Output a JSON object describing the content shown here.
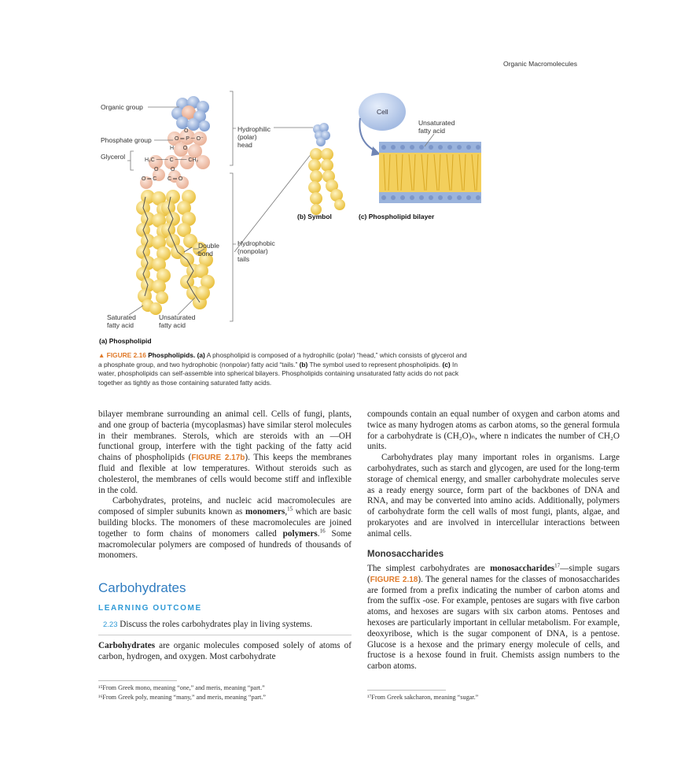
{
  "running_head": "Organic Macromolecules",
  "figure": {
    "labels": {
      "organic_group": "Organic group",
      "phosphate_group": "Phosphate group",
      "glycerol": "Glycerol",
      "hydrophilic_head": [
        "Hydrophilic",
        "(polar)",
        "head"
      ],
      "hydrophobic_tails": [
        "Hydrophobic",
        "(nonpolar)",
        "tails"
      ],
      "double_bond": [
        "Double",
        "bond"
      ],
      "saturated": [
        "Saturated",
        "fatty acid"
      ],
      "unsaturated": [
        "Unsaturated",
        "fatty acid"
      ],
      "cell": "Cell",
      "unsaturated_bilayer": [
        "Unsaturated",
        "fatty acid"
      ],
      "panel_a": "(a) Phospholipid",
      "panel_b": "(b) Symbol",
      "panel_c": "(c) Phospholipid bilayer"
    },
    "chem": {
      "o_top": "O",
      "p_row": "O ═ P ─ O⁻",
      "h_o": "H      O",
      "glycerol_row": "H₂C ─── C ─── CH₂",
      "o_row": "O        O",
      "co_row": "O ═ C       C ═ O"
    },
    "caption": {
      "fignum": "▲ FIGURE 2.16",
      "title": "Phospholipids.",
      "a_tag": "(a)",
      "a_text": " A phospholipid is composed of a hydrophilic (polar) “head,” which consists of glycerol and a phosphate group, and two hydrophobic (nonpolar) fatty acid “tails.” ",
      "b_tag": "(b)",
      "b_text": " The symbol used to represent phospholipids. ",
      "c_tag": "(c)",
      "c_text": " In water, phospholipids can self-assemble into spherical bilayers. Phospholipids containing unsaturated fatty acids do not pack together as tightly as those containing saturated fatty acids."
    }
  },
  "left_col": {
    "p1_a": "bilayer membrane surrounding an animal cell. Cells of fungi, plants, and one group of bacteria (mycoplasmas) have similar sterol molecules in their membranes. Sterols, which are steroids with an —OH functional group, interfere with the tight packing of the fatty acid chains of phospholipids (",
    "p1_ref": "FIGURE 2.17b",
    "p1_b": "). This keeps the membranes fluid and flexible at low temperatures. Without steroids such as cholesterol, the membranes of cells would become stiff and inflexible in the cold.",
    "p2_a": "Carbohydrates, proteins, and nucleic acid macromolecules are composed of simpler subunits known as ",
    "p2_term": "monomers",
    "p2_sup": "15",
    "p2_b": " which are basic building blocks. The monomers of these macromolecules are joined together to form chains of monomers called ",
    "p2_term2": "polymers",
    "p2_sup2": "16",
    "p2_c": " Some macromolecular polymers are composed of hundreds of thousands of monomers.",
    "section_title": "Carbohydrates",
    "lo_head": "LEARNING OUTCOME",
    "lo_num": "2.23",
    "lo_text": " Discuss the roles carbohydrates play in living systems.",
    "p3_term": "Carbohydrates",
    "p3_text": " are organic molecules composed solely of atoms of carbon, hydrogen, and oxygen. Most carbohydrate"
  },
  "right_col": {
    "p1": "compounds contain an equal number of oxygen and carbon atoms and twice as many hydrogen atoms as carbon atoms, so the general formula for a carbohydrate is (CH₂O)ₙ, where n indicates the number of CH₂O units.",
    "p2": "Carbohydrates play many important roles in organisms. Large carbohydrates, such as starch and glycogen, are used for the long-term storage of chemical energy, and smaller carbohydrate molecules serve as a ready energy source, form part of the backbones of DNA and RNA, and may be converted into amino acids. Additionally, polymers of carbohydrate form the cell walls of most fungi, plants, algae, and prokaryotes and are involved in intercellular interactions between animal cells.",
    "subhead": "Monosaccharides",
    "p3_a": "The simplest carbohydrates are ",
    "p3_term": "monosaccharides",
    "p3_sup": "17",
    "p3_b": "—simple sugars (",
    "p3_ref": "FIGURE 2.18",
    "p3_c": "). The general names for the classes of monosaccharides are formed from a prefix indicating the number of carbon atoms and from the suffix -ose. For example, pentoses are sugars with five carbon atoms, and hexoses are sugars with six carbon atoms. Pentoses and hexoses are particularly important in cellular metabolism. For example, deoxyribose, which is the sugar component of DNA, is a pentose. Glucose is a hexose and the primary energy molecule of cells, and fructose is a hexose found in fruit. Chemists assign numbers to the carbon atoms."
  },
  "footnotes": {
    "fn15": "¹⁵From Greek mono, meaning “one,” and meris, meaning “part.”",
    "fn16": "¹⁶From Greek poly, meaning “many,” and meris, meaning “part.”",
    "fn17": "¹⁷From Greek sakcharon, meaning “sugar.”"
  },
  "colors": {
    "accent_orange": "#e07a29",
    "accent_blue": "#2f7cc0",
    "head_blue": "#9ab3dc",
    "tail_yellow": "#f6d56a"
  }
}
